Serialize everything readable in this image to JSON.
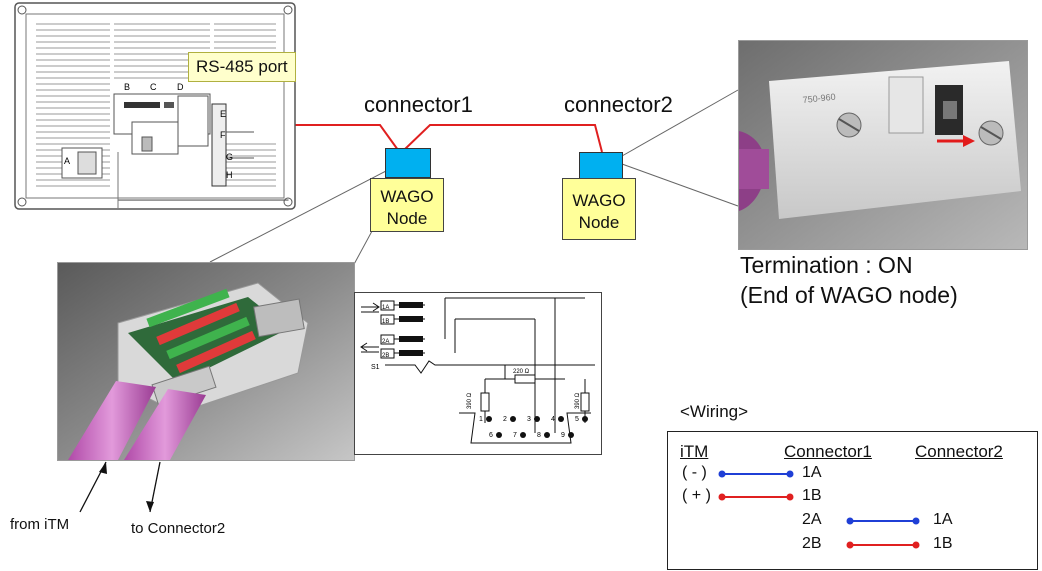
{
  "labels": {
    "rs485_port": "RS-485 port",
    "connector1": "connector1",
    "connector2": "connector2",
    "wago_node_1_line1": "WAGO",
    "wago_node_1_line2": "Node",
    "wago_node_2_line1": "WAGO",
    "wago_node_2_line2": "Node",
    "termination_line1": "Termination : ON",
    "termination_line2": "(End of WAGO node)",
    "from_itm": "from iTM",
    "to_connector2": "to Connector2"
  },
  "panel_letters": {
    "a": "A",
    "b": "B",
    "c": "C",
    "d": "D",
    "e": "E",
    "f": "F",
    "g": "G",
    "h": "H"
  },
  "schematic": {
    "pins_in": [
      "1A",
      "1B",
      "2A",
      "2B"
    ],
    "switch": "S1",
    "resistor_mid": "220 Ω",
    "resistor_left": "390 Ω",
    "resistor_right": "390 Ω",
    "dsub_pins": [
      "1",
      "2",
      "3",
      "4",
      "5",
      "6",
      "7",
      "8",
      "9"
    ]
  },
  "wiring": {
    "title": "<Wiring>",
    "headers": {
      "itm": "iTM",
      "c1": "Connector1",
      "c2": "Connector2"
    },
    "rows": [
      {
        "itm": "( - )",
        "c1": "1A",
        "color": "#1f3fd6"
      },
      {
        "itm": "( + )",
        "c1": "1B",
        "color": "#e02020"
      },
      {
        "c1": "2A",
        "c2": "1A",
        "color": "#1f3fd6"
      },
      {
        "c1": "2B",
        "c2": "1B",
        "color": "#e02020"
      }
    ]
  },
  "colors": {
    "cable": "#e02020",
    "connector": "#00b0f0",
    "node": "#ffff99",
    "callout": "#ffffcc",
    "blue_wire": "#1f3fd6",
    "red_wire": "#e02020"
  }
}
